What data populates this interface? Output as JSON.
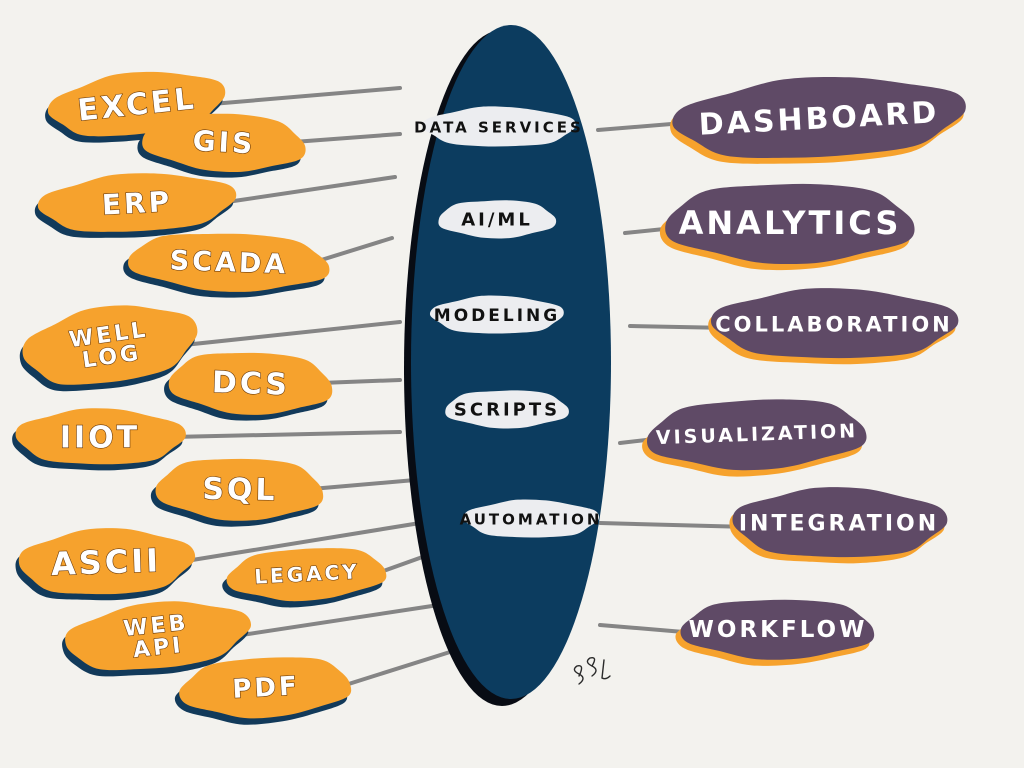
{
  "colors": {
    "background": "#f3f2ee",
    "hub_fill": "#0c3c5f",
    "hub_shadow": "#080c14",
    "capability_fill": "#ecedf0",
    "source_fill": "#f6a22d",
    "source_shadow": "#123a5a",
    "output_fill": "#5f4a66",
    "output_shadow": "#f6a22d",
    "connector": "#858585"
  },
  "capabilities": [
    "DATA SERVICES",
    "AI/ML",
    "MODELING",
    "SCRIPTS",
    "AUTOMATION"
  ],
  "sources": [
    {
      "label": "EXCEL"
    },
    {
      "label": "GIS"
    },
    {
      "label": "ERP"
    },
    {
      "label": "SCADA"
    },
    {
      "label": "WELL\nLOG"
    },
    {
      "label": "DCS"
    },
    {
      "label": "IIOT"
    },
    {
      "label": "SQL"
    },
    {
      "label": "ASCII"
    },
    {
      "label": "LEGACY"
    },
    {
      "label": "WEB\nAPI"
    },
    {
      "label": "PDF"
    }
  ],
  "outputs": [
    {
      "label": "DASHBOARD"
    },
    {
      "label": "ANALYTICS"
    },
    {
      "label": "COLLABORATION"
    },
    {
      "label": "VISUALIZATION"
    },
    {
      "label": "INTEGRATION"
    },
    {
      "label": "WORKFLOW"
    }
  ]
}
